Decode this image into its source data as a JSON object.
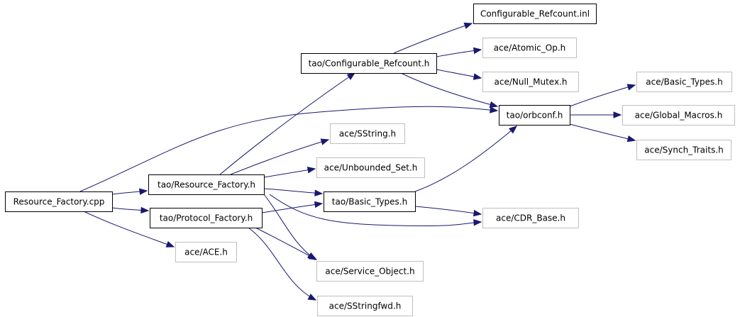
{
  "graph": {
    "colors": {
      "edge": "#191970",
      "root_fill": "#bfbfbf",
      "documented_border": "#000000",
      "undocumented_border": "#bfbfbf"
    },
    "nodes": [
      {
        "id": "resource_factory_cpp",
        "label": "Resource_Factory.cpp",
        "kind": "root"
      },
      {
        "id": "tao_resource_factory_h",
        "label": "tao/Resource_Factory.h",
        "kind": "documented"
      },
      {
        "id": "tao_protocol_factory_h",
        "label": "tao/Protocol_Factory.h",
        "kind": "documented"
      },
      {
        "id": "ace_ace_h",
        "label": "ace/ACE.h",
        "kind": "undocumented"
      },
      {
        "id": "tao_configurable_refcount_h",
        "label": "tao/Configurable_Refcount.h",
        "kind": "documented"
      },
      {
        "id": "configurable_refcount_inl",
        "label": "Configurable_Refcount.inl",
        "kind": "documented"
      },
      {
        "id": "ace_atomic_op_h",
        "label": "ace/Atomic_Op.h",
        "kind": "undocumented"
      },
      {
        "id": "ace_null_mutex_h",
        "label": "ace/Null_Mutex.h",
        "kind": "undocumented"
      },
      {
        "id": "tao_orbconf_h",
        "label": "tao/orbconf.h",
        "kind": "documented"
      },
      {
        "id": "ace_basic_types_h",
        "label": "ace/Basic_Types.h",
        "kind": "undocumented"
      },
      {
        "id": "ace_global_macros_h",
        "label": "ace/Global_Macros.h",
        "kind": "undocumented"
      },
      {
        "id": "ace_synch_traits_h",
        "label": "ace/Synch_Traits.h",
        "kind": "undocumented"
      },
      {
        "id": "ace_sstring_h",
        "label": "ace/SString.h",
        "kind": "undocumented"
      },
      {
        "id": "ace_unbounded_set_h",
        "label": "ace/Unbounded_Set.h",
        "kind": "undocumented"
      },
      {
        "id": "tao_basic_types_h",
        "label": "tao/Basic_Types.h",
        "kind": "documented"
      },
      {
        "id": "ace_cdr_base_h",
        "label": "ace/CDR_Base.h",
        "kind": "undocumented"
      },
      {
        "id": "ace_service_object_h",
        "label": "ace/Service_Object.h",
        "kind": "undocumented"
      },
      {
        "id": "ace_sstringfwd_h",
        "label": "ace/SStringfwd.h",
        "kind": "undocumented"
      }
    ],
    "edges": [
      {
        "from": "resource_factory_cpp",
        "to": "tao_resource_factory_h"
      },
      {
        "from": "resource_factory_cpp",
        "to": "tao_protocol_factory_h"
      },
      {
        "from": "resource_factory_cpp",
        "to": "ace_ace_h"
      },
      {
        "from": "resource_factory_cpp",
        "to": "tao_orbconf_h"
      },
      {
        "from": "tao_resource_factory_h",
        "to": "tao_configurable_refcount_h"
      },
      {
        "from": "tao_resource_factory_h",
        "to": "ace_sstring_h"
      },
      {
        "from": "tao_resource_factory_h",
        "to": "ace_unbounded_set_h"
      },
      {
        "from": "tao_resource_factory_h",
        "to": "tao_basic_types_h"
      },
      {
        "from": "tao_resource_factory_h",
        "to": "ace_cdr_base_h"
      },
      {
        "from": "tao_resource_factory_h",
        "to": "ace_service_object_h"
      },
      {
        "from": "tao_configurable_refcount_h",
        "to": "configurable_refcount_inl"
      },
      {
        "from": "tao_configurable_refcount_h",
        "to": "ace_atomic_op_h"
      },
      {
        "from": "tao_configurable_refcount_h",
        "to": "ace_null_mutex_h"
      },
      {
        "from": "tao_configurable_refcount_h",
        "to": "tao_orbconf_h"
      },
      {
        "from": "tao_orbconf_h",
        "to": "ace_basic_types_h"
      },
      {
        "from": "tao_orbconf_h",
        "to": "ace_global_macros_h"
      },
      {
        "from": "tao_orbconf_h",
        "to": "ace_synch_traits_h"
      },
      {
        "from": "tao_basic_types_h",
        "to": "tao_orbconf_h"
      },
      {
        "from": "tao_basic_types_h",
        "to": "ace_cdr_base_h"
      },
      {
        "from": "tao_protocol_factory_h",
        "to": "tao_basic_types_h"
      },
      {
        "from": "tao_protocol_factory_h",
        "to": "ace_service_object_h"
      },
      {
        "from": "tao_protocol_factory_h",
        "to": "ace_sstringfwd_h"
      }
    ]
  }
}
